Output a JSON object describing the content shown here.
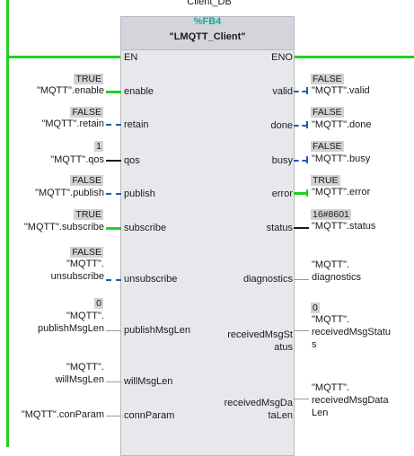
{
  "instance_db": "Client_DB\"",
  "block": {
    "number": "%FB4",
    "name": "\"LMQTT_Client\""
  },
  "enable_pins": {
    "en": "EN",
    "eno": "ENO"
  },
  "inputs": [
    {
      "pin": "enable",
      "value": "TRUE",
      "operand": "\"MQTT\".enable"
    },
    {
      "pin": "retain",
      "value": "FALSE",
      "operand": "\"MQTT\".retain"
    },
    {
      "pin": "qos",
      "value": "1",
      "operand": "\"MQTT\".qos"
    },
    {
      "pin": "publish",
      "value": "FALSE",
      "operand": "\"MQTT\".publish"
    },
    {
      "pin": "subscribe",
      "value": "TRUE",
      "operand": "\"MQTT\".subscribe"
    },
    {
      "pin": "unsubscribe",
      "value": "FALSE",
      "operand_line1": "\"MQTT\".",
      "operand_line2": "unsubscribe"
    },
    {
      "pin": "publishMsgLen",
      "value": "0",
      "operand_line1": "\"MQTT\".",
      "operand_line2": "publishMsgLen"
    },
    {
      "pin": "willMsgLen",
      "operand_line1": "\"MQTT\".",
      "operand_line2": "willMsgLen"
    },
    {
      "pin": "connParam",
      "operand": "\"MQTT\".conParam"
    }
  ],
  "outputs": [
    {
      "pin": "valid",
      "value": "FALSE",
      "operand": "\"MQTT\".valid"
    },
    {
      "pin": "done",
      "value": "FALSE",
      "operand": "\"MQTT\".done"
    },
    {
      "pin": "busy",
      "value": "FALSE",
      "operand": "\"MQTT\".busy"
    },
    {
      "pin": "error",
      "value": "TRUE",
      "operand": "\"MQTT\".error"
    },
    {
      "pin": "status",
      "value": "16#8601",
      "operand": "\"MQTT\".status"
    },
    {
      "pin": "diagnostics",
      "operand_line1": "\"MQTT\".",
      "operand_line2": "diagnostics"
    },
    {
      "pin_line1": "receivedMsgSt",
      "pin_line2": "atus",
      "value": "0",
      "operand_line1": "\"MQTT\".",
      "operand_line2": "receivedMsgStatu",
      "operand_line3": "s"
    },
    {
      "pin_line1": "receivedMsgDa",
      "pin_line2": "taLen",
      "operand_line1": "\"MQTT\".",
      "operand_line2": "receivedMsgData",
      "operand_line3": "Len"
    }
  ],
  "colors": {
    "powerflow": "#1fd11f",
    "bool_false_wire": "#2956b2",
    "block_bg": "#e7e8ec",
    "fb_number": "#1aa6a6"
  }
}
